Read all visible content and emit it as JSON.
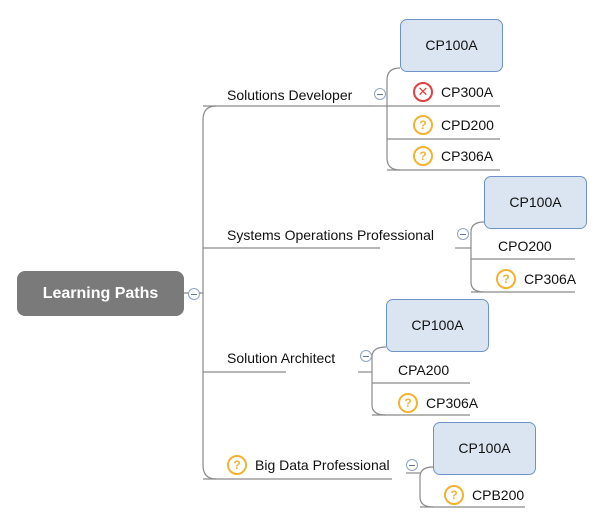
{
  "root": {
    "label": "Learning Paths"
  },
  "branches": [
    {
      "label": "Solutions Developer",
      "items": [
        {
          "label": "CP100A"
        },
        {
          "label": "CP300A",
          "status": "x-icon"
        },
        {
          "label": "CPD200",
          "status": "question-icon"
        },
        {
          "label": "CP306A",
          "status": "question-icon"
        }
      ]
    },
    {
      "label": "Systems Operations Professional",
      "items": [
        {
          "label": "CP100A"
        },
        {
          "label": "CPO200"
        },
        {
          "label": "CP306A",
          "status": "question-icon"
        }
      ]
    },
    {
      "label": "Solution Architect",
      "items": [
        {
          "label": "CP100A"
        },
        {
          "label": "CPA200"
        },
        {
          "label": "CP306A",
          "status": "question-icon"
        }
      ]
    },
    {
      "label": "Big Data Professional",
      "status": "question-icon",
      "items": [
        {
          "label": "CP100A"
        },
        {
          "label": "CPB200",
          "status": "question-icon"
        }
      ]
    }
  ],
  "icons": {
    "question": "?",
    "x": "✕"
  },
  "colors": {
    "root_bg": "#7a7a7a",
    "box_bg": "#dbe5f1",
    "box_border": "#6f93c8",
    "question": "#f2b430",
    "x": "#e0413f",
    "line": "#8a8a8a"
  }
}
